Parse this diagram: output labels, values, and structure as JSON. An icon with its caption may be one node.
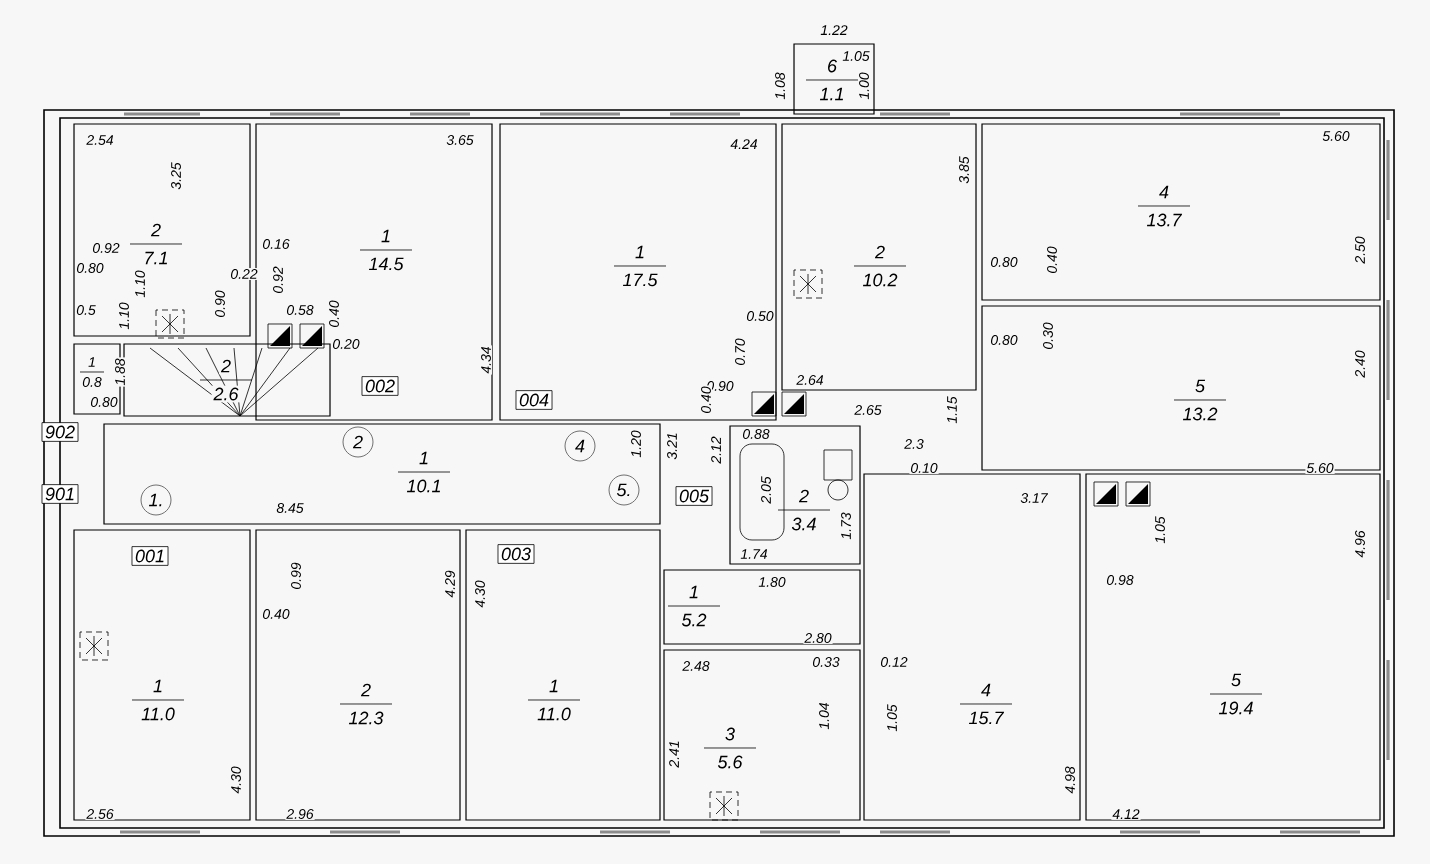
{
  "diagram": {
    "nodes": [
      {
        "text": [
          "6",
          "1.1"
        ]
      },
      {
        "text": [
          "2",
          "7.1"
        ]
      },
      {
        "text": [
          "1",
          "14.5"
        ]
      },
      {
        "text": [
          "002"
        ],
        "in": 2
      },
      {
        "text": [
          "1",
          "17.5"
        ]
      },
      {
        "text": [
          "004"
        ],
        "in": 4
      },
      {
        "text": [
          "2",
          "10.2"
        ]
      },
      {
        "text": [
          "4",
          "13.7"
        ]
      },
      {
        "text": [
          "1",
          "0.8"
        ]
      },
      {
        "text": [
          "2",
          "2.6"
        ]
      },
      {
        "text": [
          "5",
          "13.2"
        ]
      },
      {
        "text": [
          "902"
        ]
      },
      {
        "text": [
          "1",
          "10.1"
        ]
      },
      {
        "text": [
          "2"
        ],
        "in": 12
      },
      {
        "text": [
          "4"
        ],
        "in": 12
      },
      {
        "text": [
          "5."
        ],
        "in": 12
      },
      {
        "text": [
          "1."
        ],
        "in": 12
      },
      {
        "text": [
          "901"
        ]
      },
      {
        "text": [
          "2",
          "3.4"
        ]
      },
      {
        "text": [
          "005"
        ]
      },
      {
        "text": [
          "1",
          "5.2"
        ]
      },
      {
        "text": [
          "1",
          "11.0"
        ]
      },
      {
        "text": [
          "001"
        ],
        "in": 21
      },
      {
        "text": [
          "2",
          "12.3"
        ]
      },
      {
        "text": [
          "1",
          "11.0"
        ]
      },
      {
        "text": [
          "003"
        ],
        "in": 24
      },
      {
        "text": [
          "3",
          "5.6"
        ]
      },
      {
        "text": [
          "4",
          "15.7"
        ]
      },
      {
        "text": [
          "5",
          "19.4"
        ]
      }
    ],
    "labels": [
      "1.22",
      "1.05",
      "1.08",
      "1.00",
      "2.54",
      "3.65",
      "4.24",
      "5.60",
      "3.25",
      "3.85",
      "0.92",
      "0.16",
      "2.50",
      "0.80",
      "0.40",
      "0.80",
      "1.10",
      "0.22",
      "0.92",
      "0.90",
      "0.5",
      "1.10",
      "0.58",
      "0.40",
      "0.50",
      "0.80",
      "0.30",
      "1.88",
      "0.20",
      "4.34",
      "0.70",
      "2.40",
      "0.90",
      "2.64",
      "0.40",
      "0.80",
      "2.65",
      "1.15",
      "0.88",
      "2.3",
      "1.20",
      "3.21",
      "2.12",
      "0.10",
      "5.60",
      "2.05",
      "3.17",
      "8.45",
      "1.73",
      "1.05",
      "4.96",
      "1.74",
      "0.99",
      "1.80",
      "4.29",
      "4.30",
      "0.98",
      "0.40",
      "2.80",
      "2.48",
      "0.33",
      "0.12",
      "1.04",
      "1.05",
      "2.41",
      "4.30",
      "4.98",
      "2.56",
      "2.96",
      "4.12"
    ]
  }
}
